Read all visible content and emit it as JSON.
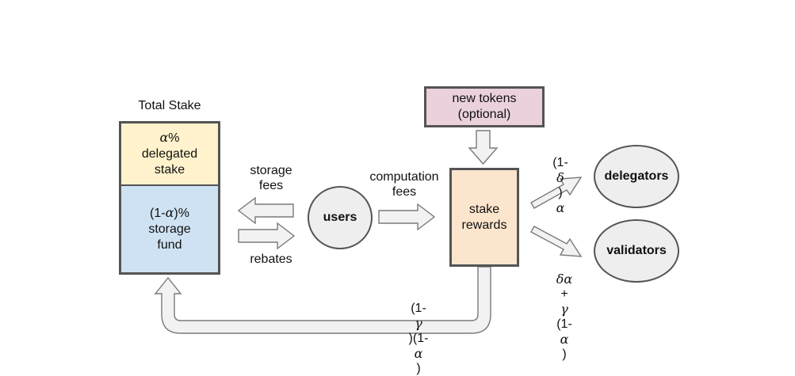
{
  "total_stake_title": "Total Stake",
  "stake_box": {
    "top": {
      "greek": "α",
      "line1_suffix": "%",
      "line2": "delegated",
      "line3": "stake"
    },
    "bottom": {
      "prefix": "(1-",
      "greek": "α",
      "suffix": ")%",
      "line2": "storage",
      "line3": "fund"
    }
  },
  "labels": {
    "storage_fees": [
      "storage",
      "fees"
    ],
    "rebates": "rebates",
    "computation_fees": [
      "computation",
      "fees"
    ],
    "to_delegators": {
      "prefix": "(1-",
      "greek1": "δ",
      "mid": ")",
      "greek2": "α"
    },
    "to_validators": {
      "g1": "δα",
      "plus": "+",
      "g2": "γ",
      "rest_prefix": "(1-",
      "g3": "α",
      "rest_suffix": ")"
    },
    "return_flow": {
      "p1": "(1-",
      "g1": "γ",
      "p2": ")(1-",
      "g2": "α",
      "p3": ")"
    }
  },
  "nodes": {
    "users": "users",
    "new_tokens": [
      "new tokens",
      "(optional)"
    ],
    "stake_rewards": [
      "stake",
      "rewards"
    ],
    "delegators": "delegators",
    "validators": "validators"
  },
  "colors": {
    "delegated_stake": "#fff2cc",
    "storage_fund": "#cfe2f3",
    "new_tokens": "#ead1dc",
    "stake_rewards": "#fce5cd",
    "ellipse_fill": "#eeeeee",
    "arrow_fill": "#f2f2f2",
    "border": "#545454"
  }
}
